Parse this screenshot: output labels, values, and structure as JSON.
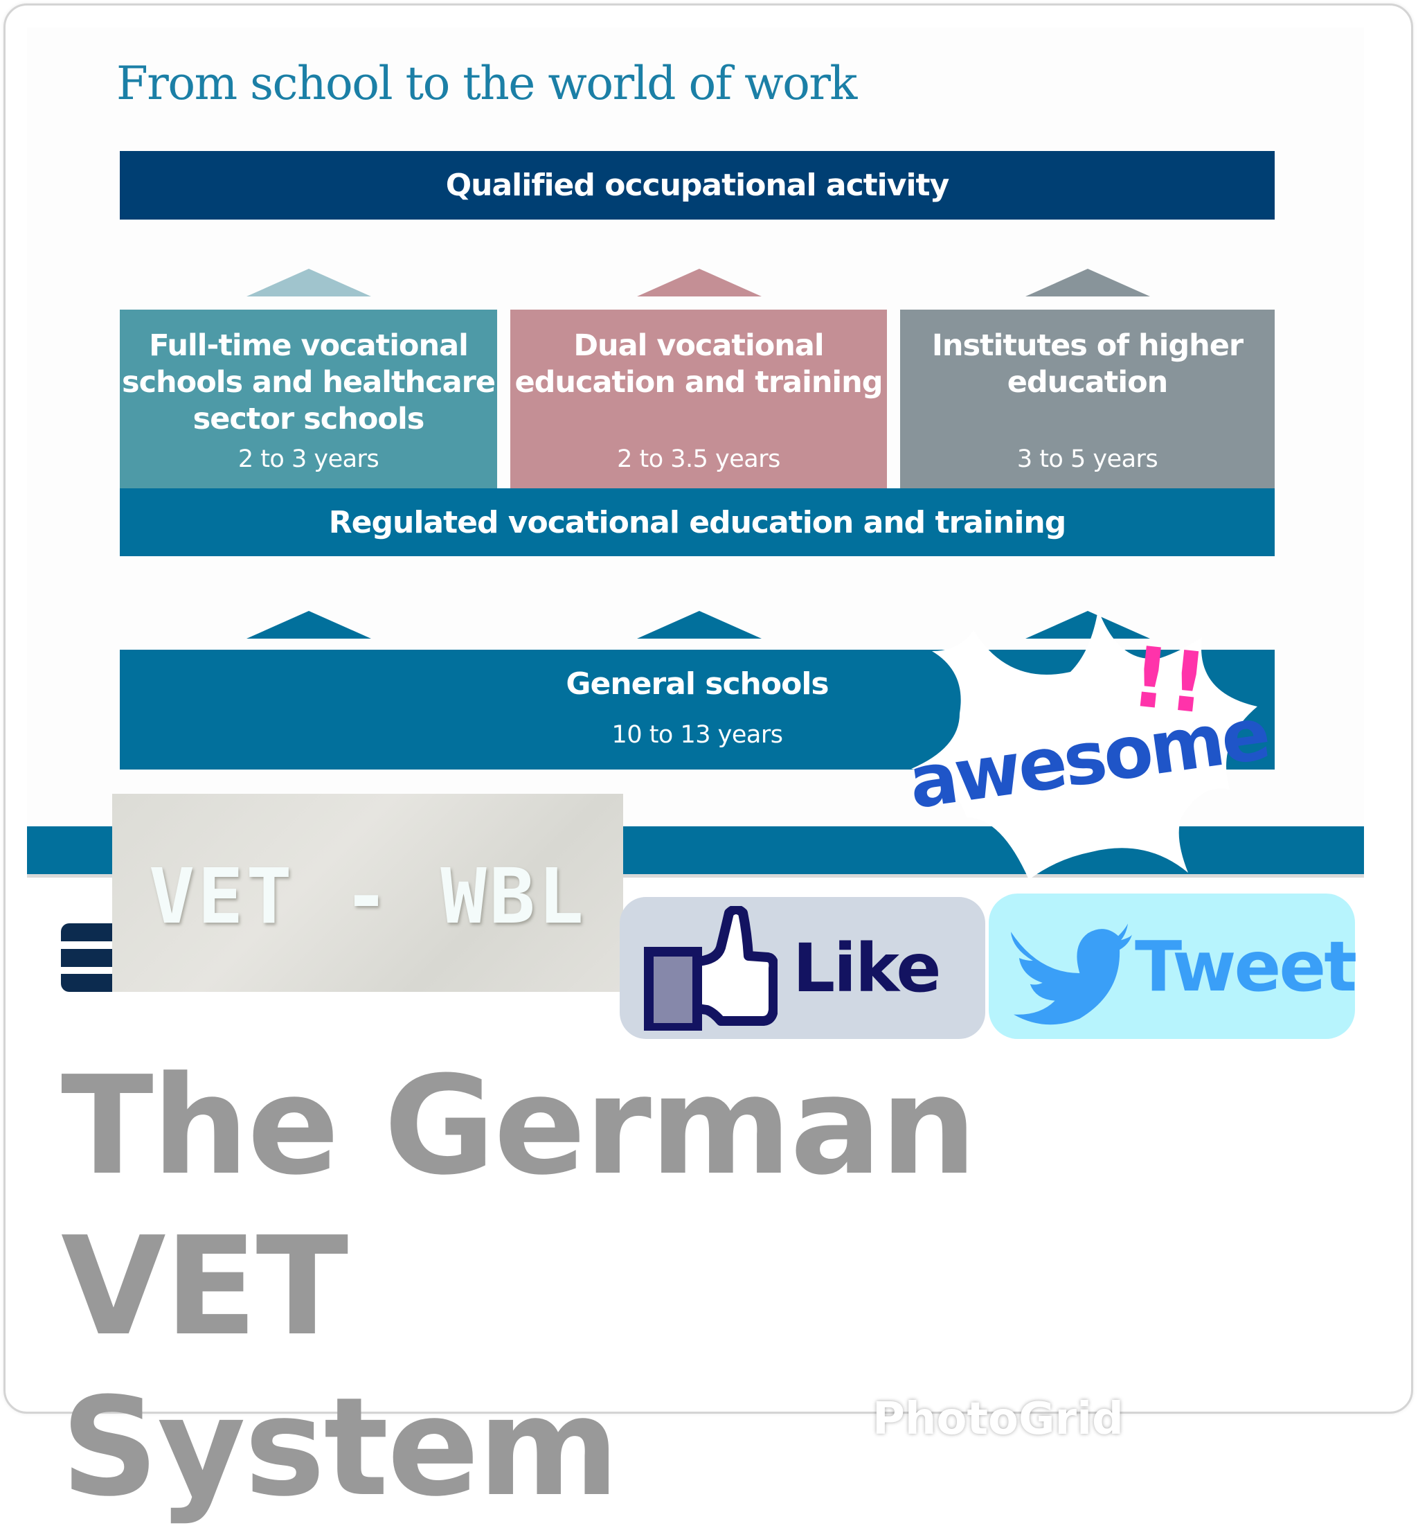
{
  "diagram": {
    "title": "From school to the world of work",
    "top_bar": "Qualified occupational activity",
    "paths": [
      {
        "label": "Full-time vocational schools and healthcare sector schools",
        "lines": [
          "Full-time vocational",
          "schools and healthcare",
          "sector schools"
        ],
        "duration": "2 to 3 years",
        "color": "#4e9aa7",
        "arrow_color": "#a0c4cd"
      },
      {
        "label": "Dual vocational education and training",
        "lines": [
          "Dual vocational",
          "education and training"
        ],
        "duration": "2 to 3.5 years",
        "color": "#c48f95",
        "arrow_color": "#c48f95"
      },
      {
        "label": "Institutes of higher education",
        "lines": [
          "Institutes of higher",
          "education"
        ],
        "duration": "3 to 5 years",
        "color": "#88949a",
        "arrow_color": "#88949a"
      }
    ],
    "middle_bar": "Regulated vocational education and training",
    "bottom_bar": {
      "label": "General schools",
      "duration": "10 to 13 years"
    },
    "colors": {
      "top_bar": "#003f73",
      "teal": "#02709c",
      "title": "#1b7fa6"
    }
  },
  "stickers": {
    "awesome": "awesome",
    "exclaim": "!!",
    "vet_wbl": "VET - WBL",
    "like": "Like",
    "tweet": "Tweet"
  },
  "page": {
    "heading": "The German VET System",
    "heading_lines": [
      "The German VET",
      "System"
    ],
    "watermark": "PhotoGrid"
  }
}
